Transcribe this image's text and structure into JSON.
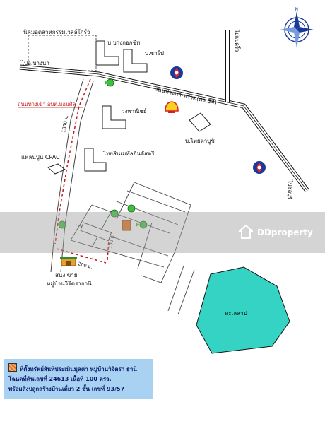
{
  "labels": {
    "estate": "นิคมอุตสาหกรรมเวลล์โกร์ว",
    "bangkok_chit": "บ.บางกอกชิท",
    "sharp": "บ.ชาร์ป",
    "bangna_left": "ไปอ.บางนา",
    "road_bangna_trat": "ถนนบางนา-ตราด(ทล.34)",
    "to_paet_rio": "ไปแปดริ้ว",
    "entrance_road": "ถนนทางเข้า อบต.หอมศิล",
    "wongpanich": "วงพาณิชย์",
    "thai_taboo": "บ.ไทยตาบูชิ",
    "cpac": "แพลนปูน CPAC",
    "thai_metal": "ไทยสินเมทัลอินดัสตรี",
    "to_chonburi": "ไปชลบุรี",
    "dist_1800": "1800 ม.",
    "dist_100": "100 ม.",
    "dist_200": "200 ม.",
    "village_gate": "สนง.ขาย",
    "village_name": "หมู่บ้านวิจิตราธานี",
    "lake": "ทะเลสาป",
    "watermark": "DDproperty"
  },
  "legend": {
    "line1": "ที่ตั้งทรัพย์สินที่ประเมินมูลค่า  หมู่บ้านวิจิตรา ธานี",
    "line2": "โฉนดที่ดินเลขที่ 24613 เนื้อที่ 100 ตรว.",
    "line3": "พร้อมสิ่งปลูกสร้างบ้านเดี่ยว 2 ชั้น  เลขที่ 93/57"
  },
  "colors": {
    "lake": "#35d3c3",
    "legend_bg": "#a9d1f2",
    "legend_text": "#0a1d6b",
    "subject": "#e06e1a",
    "route_red": "#c41a1a",
    "marker_green": "#3fbf3f"
  },
  "icons": [
    "compass-icon",
    "ptt-station-icon",
    "shell-station-icon",
    "direction-marker-icon",
    "subject-property-marker",
    "village-gate-icon"
  ]
}
